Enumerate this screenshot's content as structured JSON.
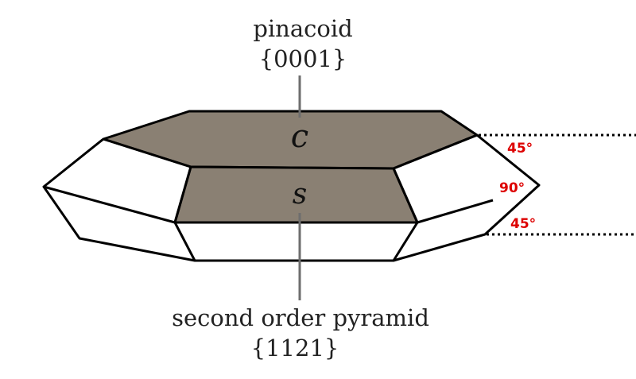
{
  "labels": {
    "top_name": "pinacoid",
    "top_index": "{0001}",
    "bottom_name": "second order pyramid",
    "bottom_index": "{1121}",
    "face_top": "c",
    "face_middle": "s"
  },
  "angles": {
    "upper": "45°",
    "middle": "90°",
    "lower": "45°"
  },
  "colors": {
    "face_fill": "#8a8073",
    "angle_text": "#dd0000",
    "outline": "#000000",
    "leader_line": "#6e6e6e"
  }
}
